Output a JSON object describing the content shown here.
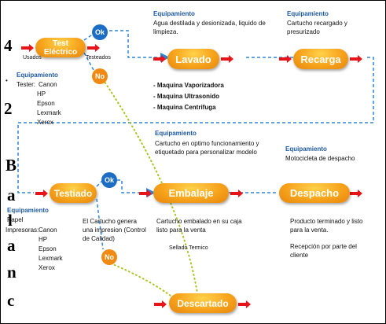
{
  "steps": {
    "test_electrico": "Test Eléctrico",
    "lavado": "Lavado",
    "recarga": "Recarga",
    "testiado": "Testiado",
    "embalaje": "Embalaje",
    "despacho": "Despacho",
    "descartado": "Descartado"
  },
  "badges": {
    "ok": "Ok",
    "no": "No"
  },
  "labels": {
    "usados": "Usados",
    "testeados": "Testeados"
  },
  "equipo_heading": "Equipamiento",
  "lavado_info": {
    "text": "Agua destilada y desionizada, liquido de limpieza."
  },
  "recarga_info": {
    "text": "Cartucho recargado y presurizado"
  },
  "test_equip": {
    "tester_label": "Tester:",
    "brands": [
      "Canon",
      "HP",
      "Epson",
      "Lexmark",
      "Xerox"
    ]
  },
  "lavado_machines": [
    "- Maquina Vaporizadora",
    "- Maquina Ultrasonido",
    "- Maquina Centrifuga"
  ],
  "embalaje_info": {
    "text": "Cartucho en optimo funcionamiento y etiquetado para personalizar modelo"
  },
  "despacho_info": {
    "text": "Motocicleta de despacho"
  },
  "testiado_equip": {
    "papel": "Papel",
    "impresoras_label": "Impresoras:",
    "brands": [
      "Canon",
      "HP",
      "Epson",
      "Lexmark",
      "Xerox"
    ]
  },
  "testiado_note": "El Cartucho genera una impresion (Control de Calidad)",
  "embalaje_note": "Cartucho embalado en su caja listo para la venta",
  "sellado": "Sellado Termico",
  "despacho_note": "Producto terminado y listo para la venta.",
  "despacho_note2": "Recepción por parte del cliente",
  "overlay": {
    "n1": "4",
    "dot": "•",
    "n2": "2",
    "word": [
      "B",
      "a",
      "l",
      "a",
      "n",
      "c"
    ]
  },
  "colors": {
    "accent": "#f7a21b",
    "line": "#2f86d6",
    "arrow": "#e8141a",
    "heading": "#1e5aa8",
    "dotted": "#a9c41f"
  }
}
